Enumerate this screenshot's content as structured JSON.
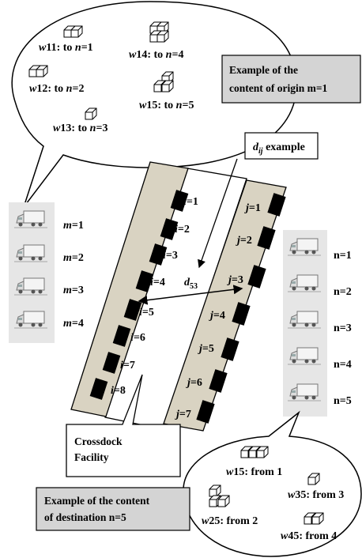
{
  "origin_panel": {
    "items": [
      {
        "w": "w",
        "sub": "11",
        "text": ": to ",
        "n": "n",
        "eq": "=1"
      },
      {
        "w": "w",
        "sub": "12",
        "text": ": to ",
        "n": "n",
        "eq": "=2"
      },
      {
        "w": "w",
        "sub": "13",
        "text": ": to ",
        "n": "n",
        "eq": "=3"
      },
      {
        "w": "w",
        "sub": "14",
        "text": ": to ",
        "n": "n",
        "eq": "=4"
      },
      {
        "w": "w",
        "sub": "15",
        "text": ": to ",
        "n": "n",
        "eq": "=5"
      }
    ],
    "caption_line1": "Example of the",
    "caption_line2": "content of origin m=1"
  },
  "dij_box": {
    "d": "d",
    "sub": "ij",
    "rest": " example"
  },
  "d53": {
    "d": "d",
    "sub": "53"
  },
  "origins": [
    {
      "var": "m",
      "eq": "=1"
    },
    {
      "var": "m",
      "eq": "=2"
    },
    {
      "var": "m",
      "eq": "=3"
    },
    {
      "var": "m",
      "eq": "=4"
    }
  ],
  "destinations": [
    "n=1",
    "n=2",
    "n=3",
    "n=4",
    "n=5"
  ],
  "inbound_doors": [
    {
      "var": "i",
      "eq": "=1"
    },
    {
      "var": "i",
      "eq": "=2"
    },
    {
      "var": "i",
      "eq": "=3"
    },
    {
      "var": "i",
      "eq": "=4"
    },
    {
      "var": "i",
      "eq": "=5"
    },
    {
      "var": "i",
      "eq": "=6"
    },
    {
      "var": "i",
      "eq": "=7"
    },
    {
      "var": "i",
      "eq": "=8"
    }
  ],
  "outbound_doors": [
    {
      "var": "j",
      "eq": "=1"
    },
    {
      "var": "j",
      "eq": "=2"
    },
    {
      "var": "j",
      "eq": "=3"
    },
    {
      "var": "j",
      "eq": "=4"
    },
    {
      "var": "j",
      "eq": "=5"
    },
    {
      "var": "j",
      "eq": "=6"
    },
    {
      "var": "j",
      "eq": "=7"
    }
  ],
  "crossdock": {
    "line1": "Crossdock",
    "line2": "Facility"
  },
  "dest_panel": {
    "items": [
      {
        "w": "w",
        "sub": "15",
        "text": ": from 1"
      },
      {
        "w": "w",
        "sub": "35",
        "text": ": from 3"
      },
      {
        "w": "w",
        "sub": "25",
        "text": ": from 2"
      },
      {
        "w": "w",
        "sub": "45",
        "text": ": from 4"
      }
    ],
    "caption_line1": "Example of the content",
    "caption_line2": "of destination n=5"
  },
  "colors": {
    "dock_strip": "#d9d3c2",
    "door": "#000000",
    "caption_box": "#d4d4d4",
    "truck_panel": "#e6e6e6"
  }
}
